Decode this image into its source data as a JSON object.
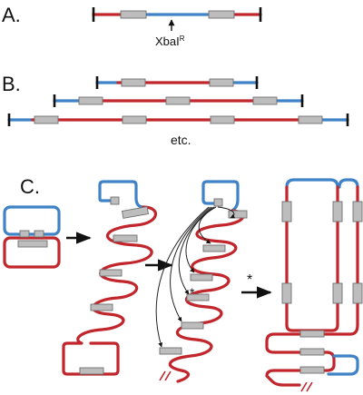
{
  "panels": {
    "a": {
      "label": "A.",
      "site_label": "XbaI",
      "site_superscript": "R"
    },
    "b": {
      "label": "B.",
      "continuation": "etc."
    },
    "c": {
      "label": "C.",
      "asterisk": "*"
    }
  },
  "colors": {
    "red_segment": "#c0262b",
    "blue_segment": "#3f82c6",
    "repeat_box": "#bdbdbd",
    "end_cap": "#111111"
  }
}
